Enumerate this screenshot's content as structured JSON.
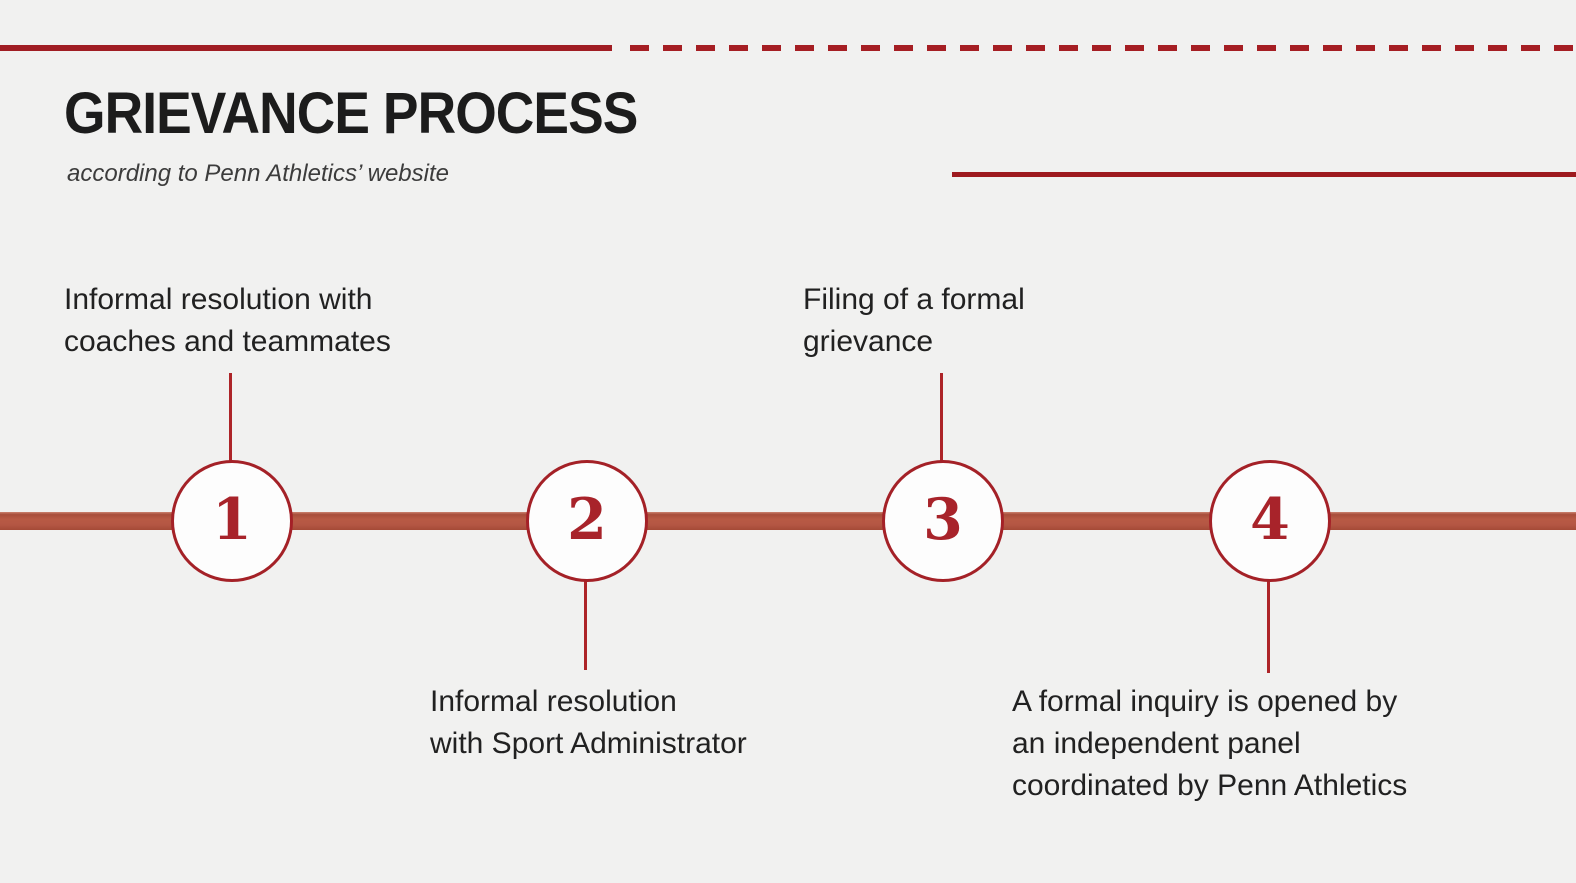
{
  "header": {
    "title": "GRIEVANCE PROCESS",
    "subtitle": "according to Penn Athletics’ website"
  },
  "colors": {
    "background": "#f1f1f0",
    "accent_rule_red": "#a01d23",
    "timeline_bar_red": "#b55843",
    "circle_border_red": "#a42127",
    "number_red": "#a8232a",
    "body_text": "#212121"
  },
  "timeline": {
    "steps": [
      {
        "number": "1",
        "label_position": "above",
        "lines": [
          "Informal resolution with",
          "coaches and teammates"
        ]
      },
      {
        "number": "2",
        "label_position": "below",
        "lines": [
          "Informal resolution",
          "with Sport Administrator"
        ]
      },
      {
        "number": "3",
        "label_position": "above",
        "lines": [
          "Filing of a formal",
          "grievance"
        ]
      },
      {
        "number": "4",
        "label_position": "below",
        "lines": [
          "A formal inquiry is opened by",
          "an independent panel",
          "coordinated by Penn Athletics"
        ]
      }
    ]
  }
}
